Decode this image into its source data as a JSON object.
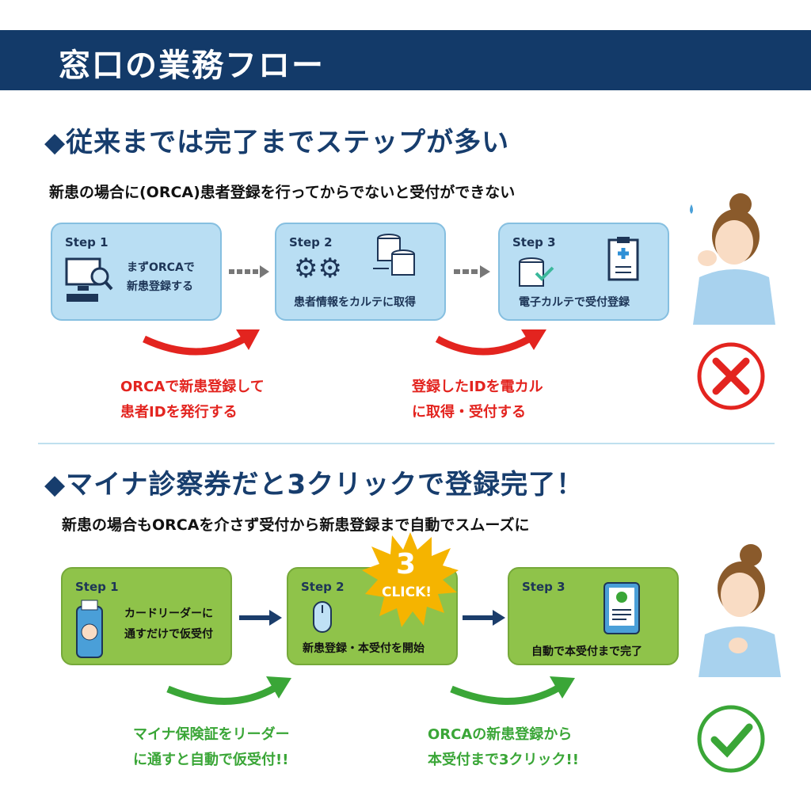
{
  "title": "窓口の業務フロー",
  "section1": {
    "heading": "◆従来までは完了までステップが多い",
    "subtitle": "新患の場合に(ORCA)患者登録を行ってからでないと受付ができない",
    "steps": [
      {
        "label": "Step 1",
        "text1": "まずORCAで",
        "text2": "新患登録する"
      },
      {
        "label": "Step 2",
        "text1": "患者情報をカルテに取得"
      },
      {
        "label": "Step 3",
        "text1": "電子カルテで受付登録"
      }
    ],
    "notes": [
      {
        "line1": "ORCAで新患登録して",
        "line2": "患者IDを発行する"
      },
      {
        "line1": "登録したIDを電カル",
        "line2": "に取得・受付する"
      }
    ],
    "result_icon": "x-circle-icon",
    "accent": "#e3241f"
  },
  "section2": {
    "heading": "◆マイナ診察券だと3クリックで登録完了！",
    "subtitle": "新患の場合もORCAを介さず受付から新患登録まで自動でスムーズに",
    "badge": {
      "number": "3",
      "text": "CLICK!"
    },
    "steps": [
      {
        "label": "Step 1",
        "text1": "カードリーダーに",
        "text2": "通すだけで仮受付"
      },
      {
        "label": "Step 2",
        "text1": "新患登録・本受付を開始"
      },
      {
        "label": "Step 3",
        "text1": "自動で本受付まで完了"
      }
    ],
    "notes": [
      {
        "line1": "マイナ保険証をリーダー",
        "line2": "に通すと自動で仮受付!!"
      },
      {
        "line1": "ORCAの新患登録から",
        "line2": "本受付まで3クリック!!"
      }
    ],
    "result_icon": "check-circle-icon",
    "accent": "#3aa637"
  }
}
